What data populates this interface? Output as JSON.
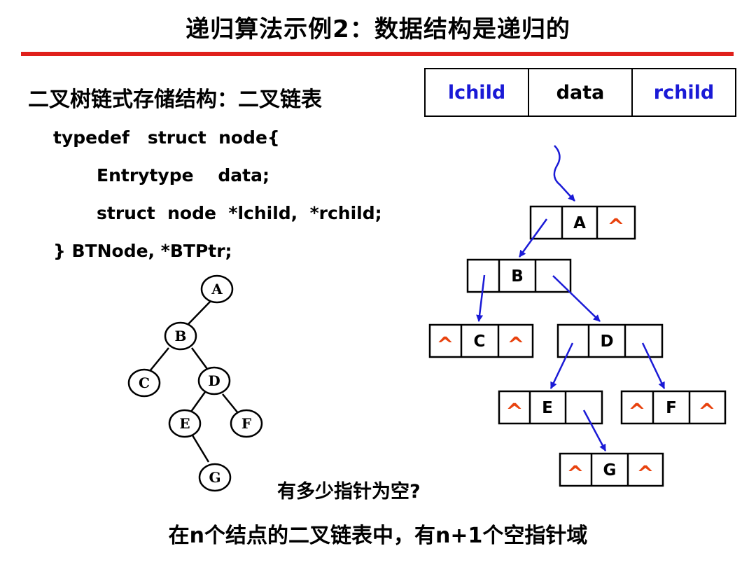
{
  "title": "递归算法示例2：数据结构是递归的",
  "subtitle": "二叉树链式存储结构：二叉链表",
  "field_box": {
    "lchild": "lchild",
    "data": "data",
    "rchild": "rchild"
  },
  "code": {
    "line1": "typedef   struct  node{",
    "line2": "Entrytype    data;",
    "line3": "struct  node  *lchild,  *rchild;",
    "line4": "} BTNode, *BTPtr;"
  },
  "tree": {
    "nodes": {
      "A": "A",
      "B": "B",
      "C": "C",
      "D": "D",
      "E": "E",
      "F": "F",
      "G": "G"
    }
  },
  "linked_list": {
    "null_symbol": "^",
    "nodes": {
      "A": "A",
      "B": "B",
      "C": "C",
      "D": "D",
      "E": "E",
      "F": "F",
      "G": "G"
    }
  },
  "question": "有多少指针为空?",
  "conclusion": "在n个结点的二叉链表中，有n+1个空指针域",
  "colors": {
    "rule": "#e0201b",
    "pointer_arrow": "#1a1ad6",
    "field_label": "#1a1ad6",
    "null_symbol": "#e8420e"
  }
}
